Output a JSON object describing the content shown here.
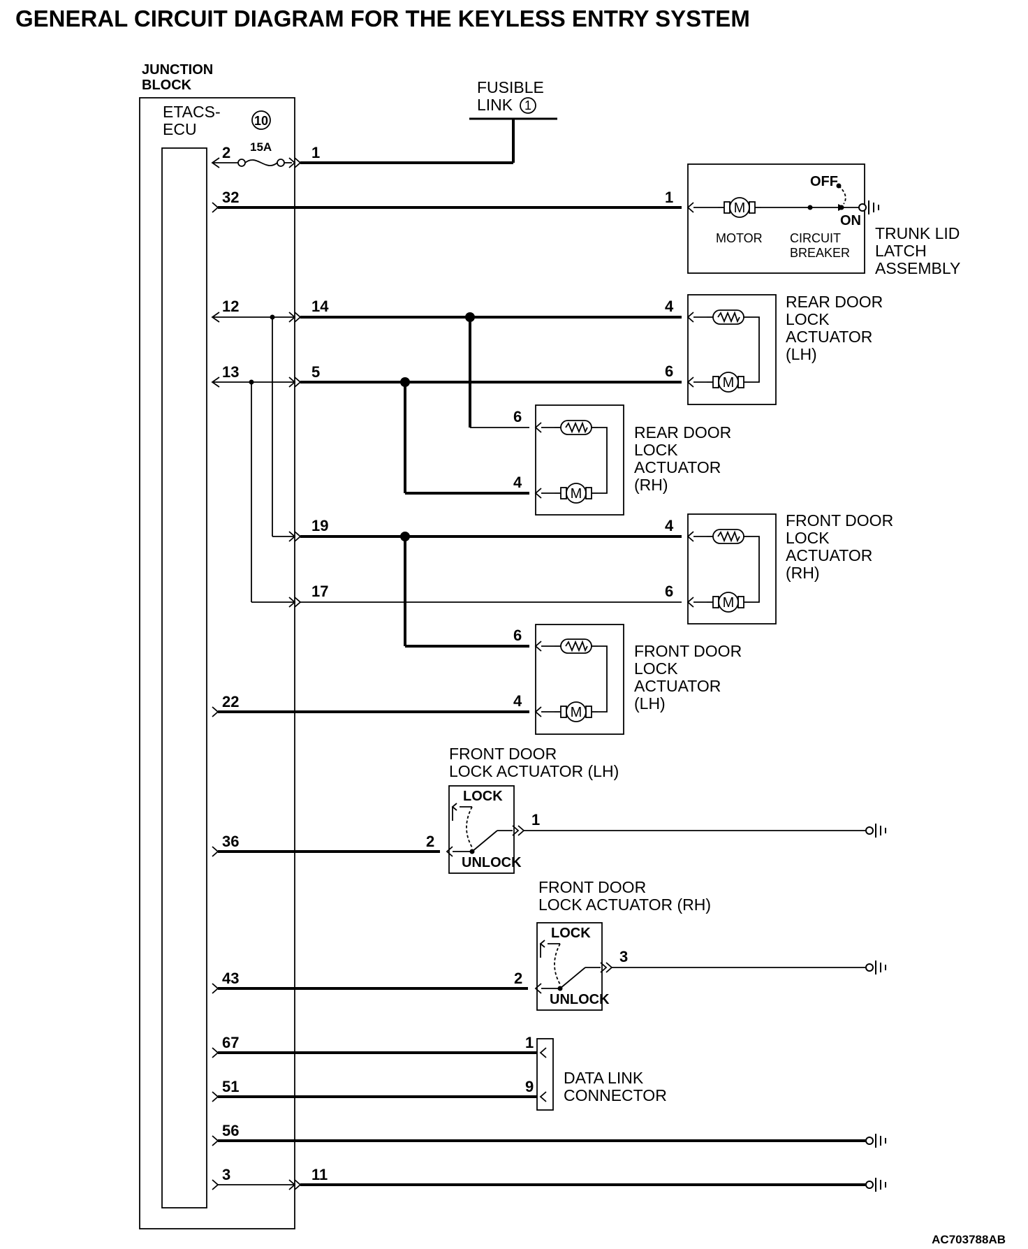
{
  "title": "GENERAL CIRCUIT DIAGRAM FOR THE KEYLESS ENTRY SYSTEM",
  "reference": "AC703788AB",
  "junction_block": {
    "label_line1": "JUNCTION",
    "label_line2": "BLOCK",
    "ecu_line1": "ETACS-",
    "ecu_line2": "ECU",
    "fuse_number": "10",
    "fuse_rating": "15A"
  },
  "fusible_link": {
    "line1": "FUSIBLE",
    "line2": "LINK",
    "number": "1"
  },
  "pins": {
    "fuse_in": "2",
    "fuse_out": "1",
    "p32": "32",
    "p12": "12",
    "p14": "14",
    "p13": "13",
    "p5": "5",
    "p19": "19",
    "p17": "17",
    "p22": "22",
    "p36": "36",
    "p43": "43",
    "p67": "67",
    "p51": "51",
    "p56": "56",
    "p3": "3",
    "p11": "11"
  },
  "trunk_latch": {
    "name_line1": "TRUNK LID",
    "name_line2": "LATCH",
    "name_line3": "ASSEMBLY",
    "pin": "1",
    "motor_label": "MOTOR",
    "breaker_line1": "CIRCUIT",
    "breaker_line2": "BREAKER",
    "off_label": "OFF",
    "on_label": "ON"
  },
  "actuators": [
    {
      "line1": "REAR DOOR",
      "line2": "LOCK",
      "line3": "ACTUATOR",
      "line4": "(LH)",
      "pin_top": "4",
      "pin_bottom": "6"
    },
    {
      "line1": "REAR DOOR",
      "line2": "LOCK",
      "line3": "ACTUATOR",
      "line4": "(RH)",
      "pin_top": "6",
      "pin_bottom": "4"
    },
    {
      "line1": "FRONT DOOR",
      "line2": "LOCK",
      "line3": "ACTUATOR",
      "line4": "(RH)",
      "pin_top": "4",
      "pin_bottom": "6"
    },
    {
      "line1": "FRONT DOOR",
      "line2": "LOCK",
      "line3": "ACTUATOR",
      "line4": "(LH)",
      "pin_top": "6",
      "pin_bottom": "4"
    }
  ],
  "switches": [
    {
      "line1": "FRONT DOOR",
      "line2": "LOCK ACTUATOR (LH)",
      "lock_label": "LOCK",
      "unlock_label": "UNLOCK",
      "pin_in": "2",
      "pin_out": "1"
    },
    {
      "line1": "FRONT DOOR",
      "line2": "LOCK ACTUATOR (RH)",
      "lock_label": "LOCK",
      "unlock_label": "UNLOCK",
      "pin_in": "2",
      "pin_out": "3"
    }
  ],
  "data_link_connector": {
    "line1": "DATA LINK",
    "line2": "CONNECTOR",
    "pin_a": "1",
    "pin_b": "9"
  }
}
